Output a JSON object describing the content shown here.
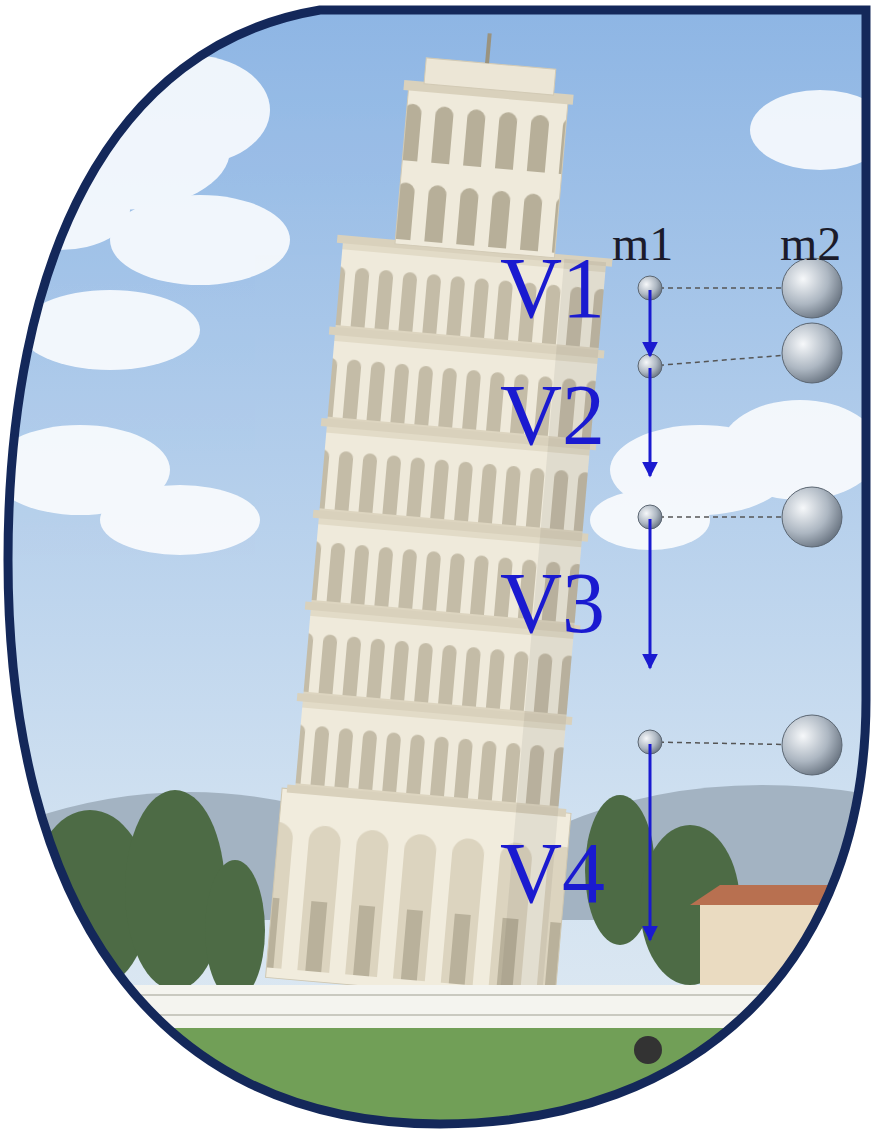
{
  "diagram": {
    "labels": [
      "m1",
      "m2",
      "V1",
      "V2",
      "V3",
      "V4"
    ]
  }
}
